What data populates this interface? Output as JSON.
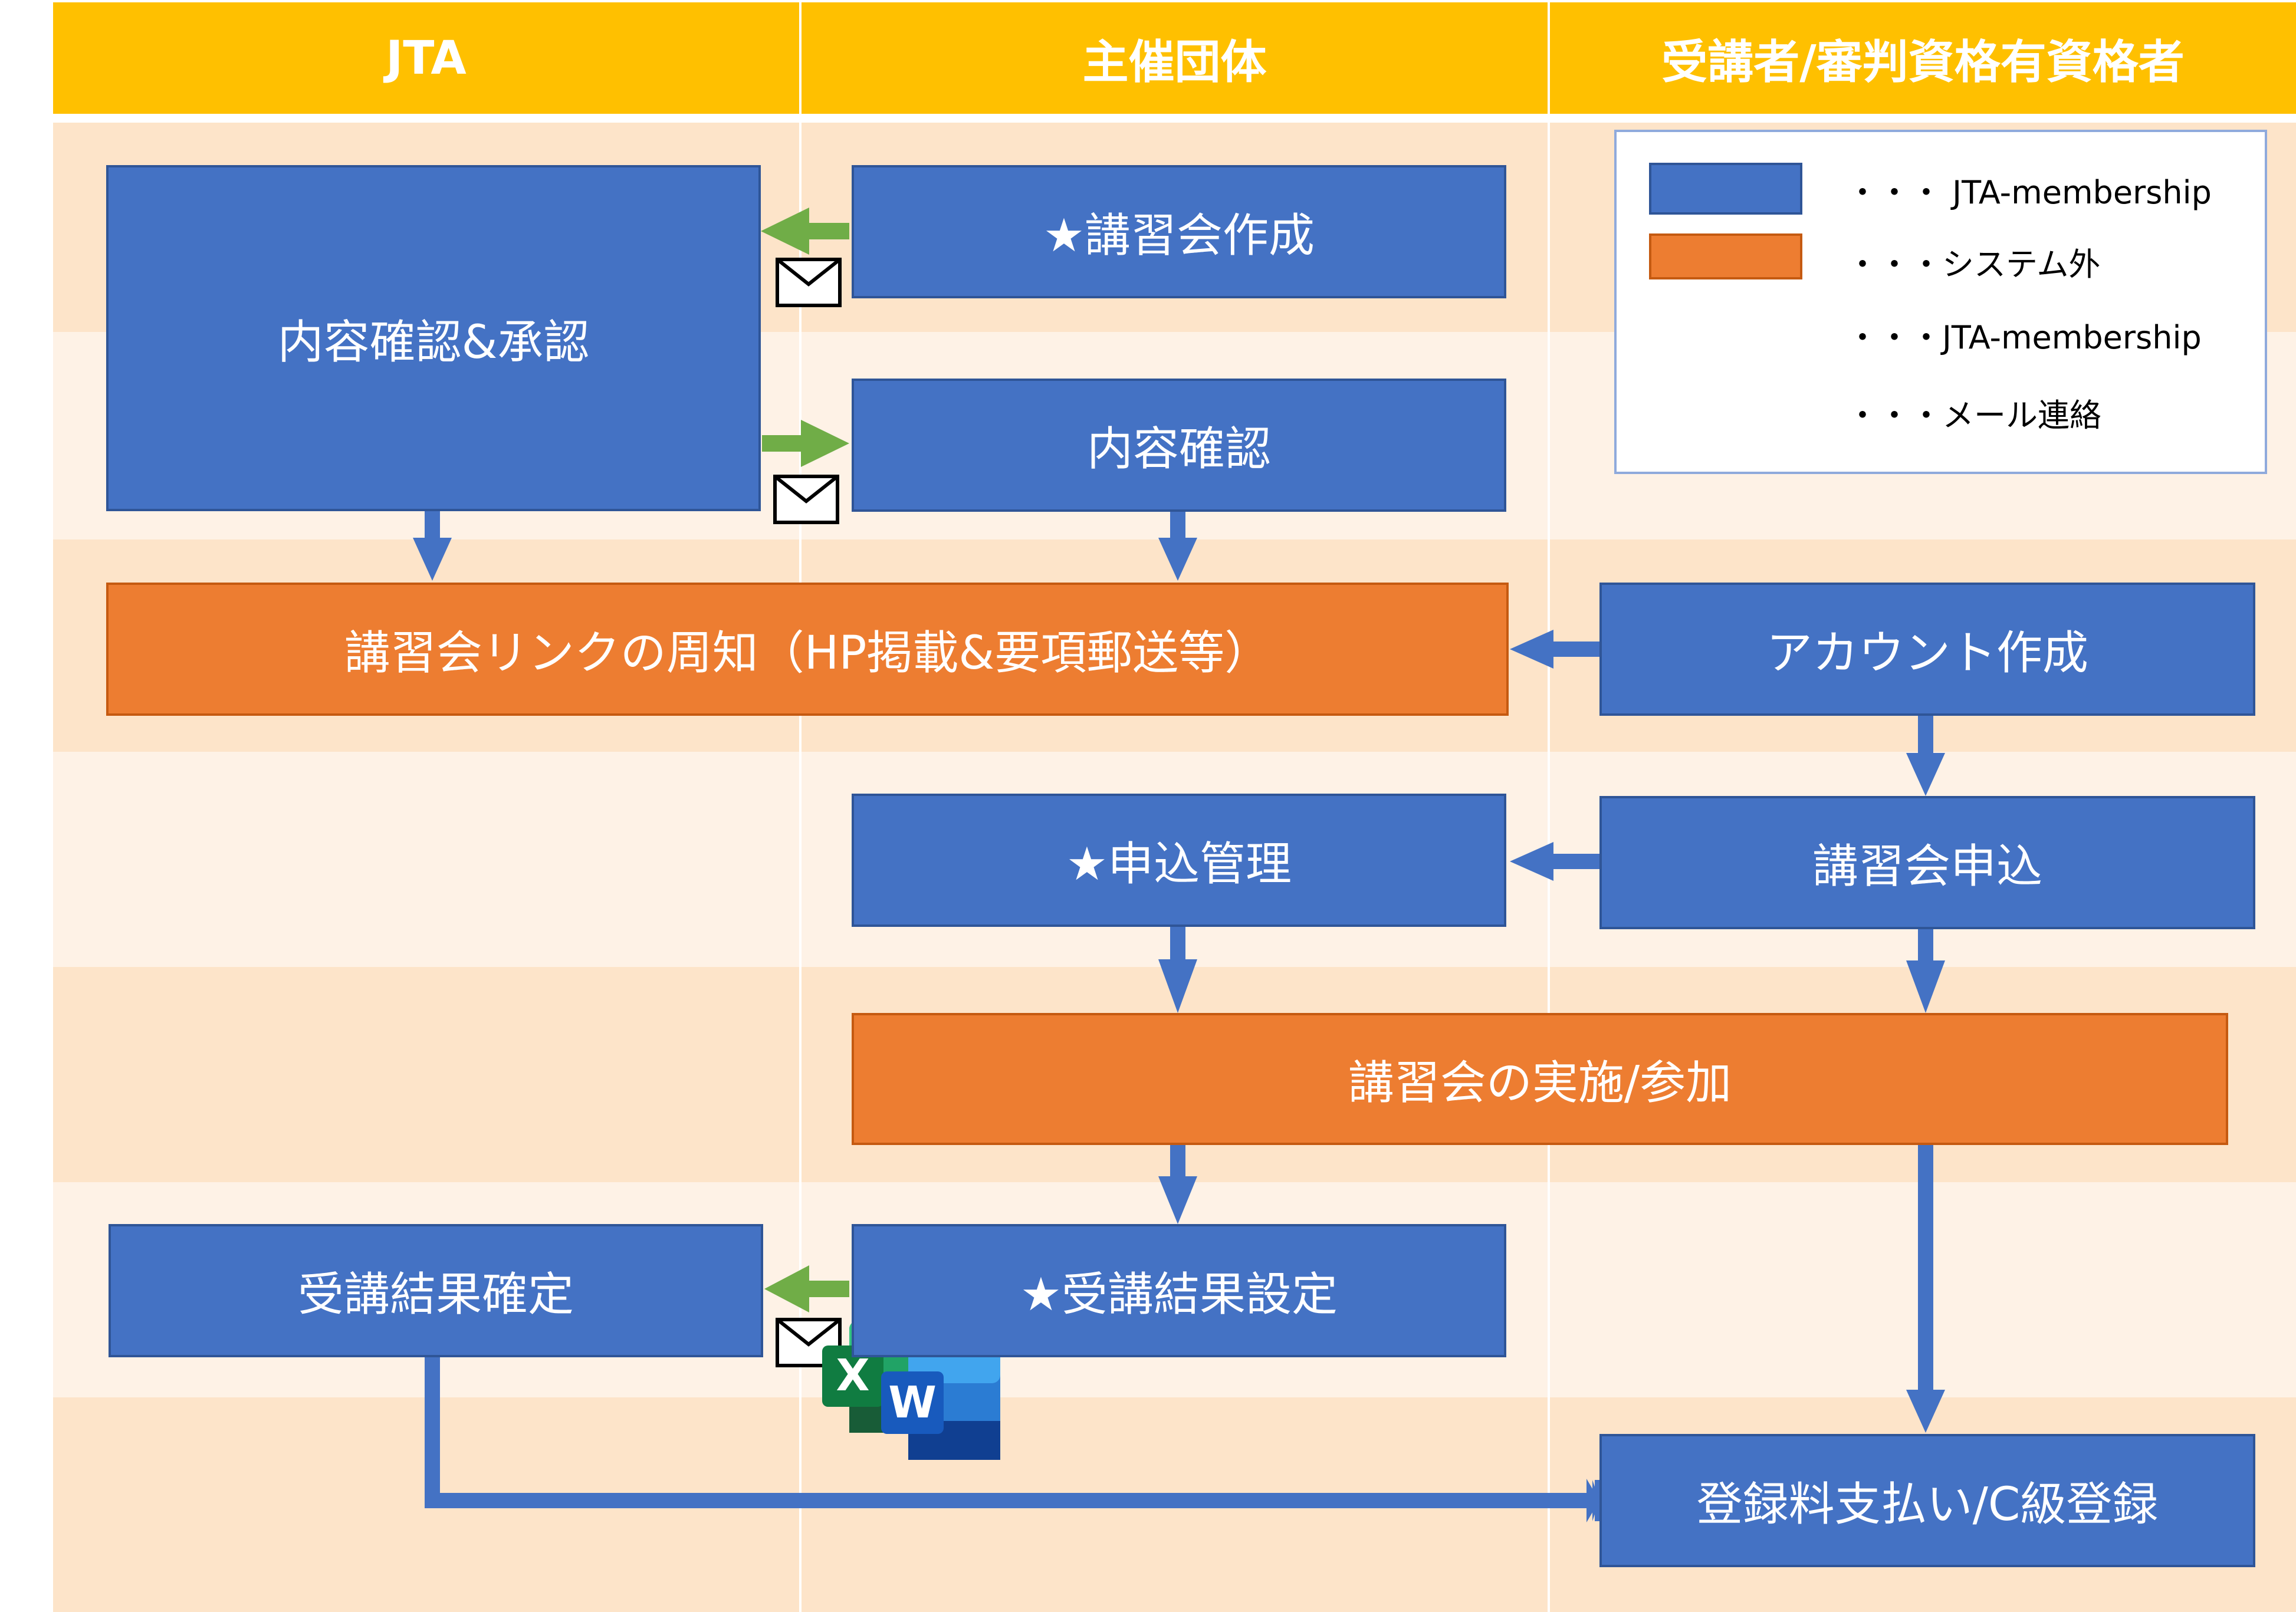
{
  "lanes": {
    "jta": "JTA",
    "organizer": "主催団体",
    "participant": "受講者/審判資格有資格者"
  },
  "boxes": {
    "content_check_approve": "内容確認&承認",
    "create_course": "★講習会作成",
    "content_check": "内容確認",
    "course_link_notice": "講習会リンクの周知（HP掲載&要項郵送等）",
    "account_create": "アカウント作成",
    "application_manage": "★申込管理",
    "course_apply": "講習会申込",
    "course_conduct": "講習会の実施/参加",
    "result_confirm": "受講結果確定",
    "result_setting": "★受講結果設定",
    "registration_payment": "登録料支払い/C級登録"
  },
  "legend": {
    "blue_box": "・・・ JTA-membership",
    "orange_box": "・・・システム外",
    "blue_arrow": "・・・JTA-membership",
    "green_arrow": "・・・メール連絡"
  },
  "colors": {
    "header": "#FFC000",
    "band_dark": "#FDE4C9",
    "band_light": "#FEF2E6",
    "system_box": "#4472C4",
    "external_box": "#ED7D31",
    "system_arrow": "#4472C4",
    "mail_arrow": "#70AD47"
  },
  "icons": {
    "mail": "envelope-icon",
    "excel": "excel-icon",
    "word": "word-icon"
  }
}
